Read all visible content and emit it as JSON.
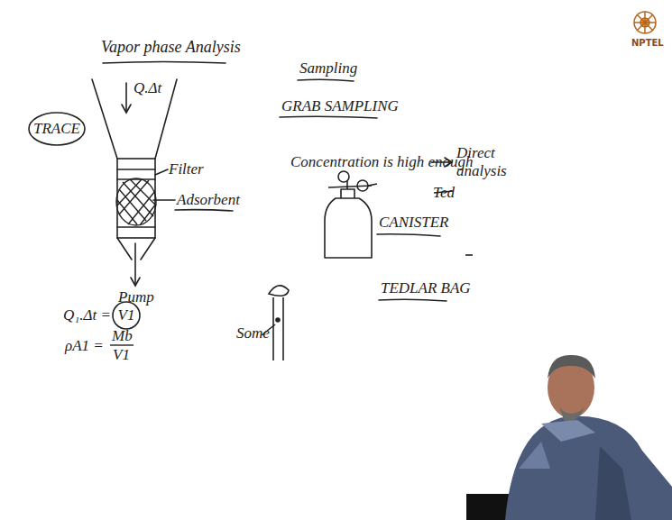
{
  "diagram": {
    "title": "Vapor phase Analysis",
    "nodes": [
      {
        "text": [
          "TRACE"
        ]
      },
      {
        "text": [
          "V1"
        ]
      }
    ],
    "labels": [
      "Sampling",
      "GRAB SAMPLING",
      "Q.Δt",
      "Filter",
      "Adsorbent",
      "Concentration is high enough",
      "Direct analysis",
      "Ted",
      "CANISTER",
      "Pump",
      "TEDLAR BAG",
      "Some",
      "Q₁.Δt =",
      "ρA1 =",
      "Mb",
      "V1",
      "NPTEL"
    ]
  }
}
